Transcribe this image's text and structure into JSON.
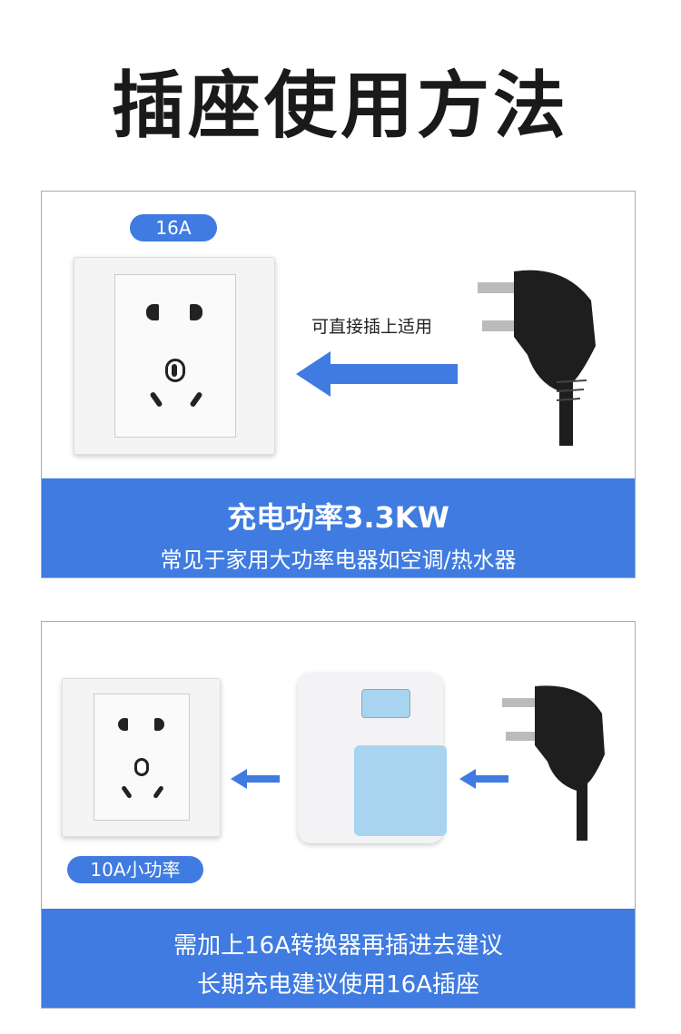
{
  "title": "插座使用方法",
  "panel1": {
    "badge": "16A",
    "note": "可直接插上适用",
    "banner_line1": "充电功率3.3KW",
    "banner_line2": "常见于家用大功率电器如空调/热水器"
  },
  "panel2": {
    "badge": "10A小功率",
    "banner_line1": "需加上16A转换器再插进去建议",
    "banner_line2": "长期充电建议使用16A插座"
  },
  "colors": {
    "accent": "#3f7be0",
    "adapter": "#a8d4ef"
  }
}
